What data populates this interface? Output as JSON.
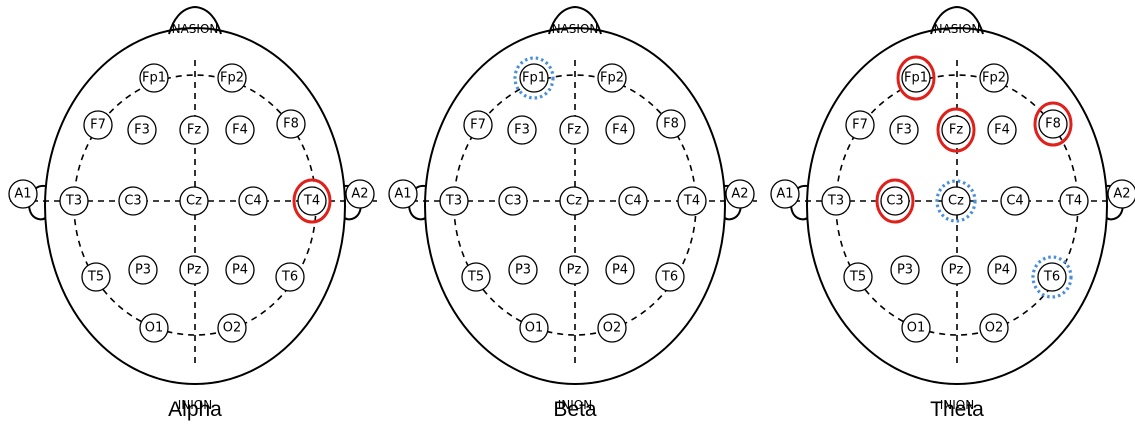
{
  "landmarks": {
    "nasion": "NASION",
    "inion": "INION"
  },
  "electrodes": [
    "Fp1",
    "Fp2",
    "F7",
    "F3",
    "Fz",
    "F4",
    "F8",
    "A1",
    "T3",
    "C3",
    "Cz",
    "C4",
    "T4",
    "A2",
    "T5",
    "P3",
    "Pz",
    "P4",
    "T6",
    "O1",
    "O2"
  ],
  "colors": {
    "solid_highlight": "#e0201b",
    "dotted_highlight": "#4a90d9"
  },
  "panels": [
    {
      "caption": "Alpha",
      "solid": [
        "T4"
      ],
      "dotted": []
    },
    {
      "caption": "Beta",
      "solid": [],
      "dotted": [
        "Fp1"
      ]
    },
    {
      "caption": "Theta",
      "solid": [
        "Fp1",
        "Fz",
        "F8",
        "C3"
      ],
      "dotted": [
        "Cz",
        "T6"
      ]
    }
  ]
}
